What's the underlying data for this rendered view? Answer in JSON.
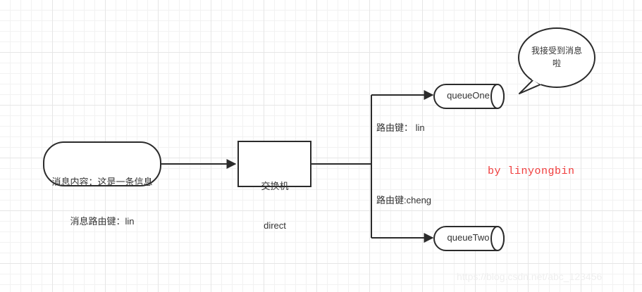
{
  "diagram": {
    "type": "flowchart",
    "title": "RabbitMQ direct exchange routing diagram",
    "nodes": {
      "message": {
        "shape": "rounded-rectangle",
        "line_1": "消息内容：这是一条信息",
        "line_2": "消息路由键：lin"
      },
      "exchange": {
        "shape": "rectangle",
        "line_1": "交换机",
        "line_2": "direct"
      },
      "queue_one": {
        "shape": "cylinder",
        "label": "queueOne"
      },
      "queue_two": {
        "shape": "cylinder",
        "label": "queueTwo"
      },
      "bubble": {
        "shape": "speech-bubble",
        "label": "我接受到消息啦"
      }
    },
    "edges": [
      {
        "from": "message",
        "to": "exchange",
        "label": ""
      },
      {
        "from": "exchange",
        "to": "queue_one",
        "label": "路由键： lin"
      },
      {
        "from": "exchange",
        "to": "queue_two",
        "label": "路由键:cheng"
      }
    ],
    "edge_labels": {
      "to_queue_one": "路由键： lin",
      "to_queue_two": "路由键:cheng"
    },
    "annotations": {
      "signature": "by linyongbin",
      "watermark": "https://blog.csdn.net/abc_123456"
    },
    "colors": {
      "stroke": "#2b2b2b",
      "text": "#333333",
      "signature": "#f03c3c",
      "watermark": "#efefef",
      "grid_minor": "#f2f2f2",
      "grid_major": "#e6e6e6",
      "background": "#ffffff"
    }
  }
}
